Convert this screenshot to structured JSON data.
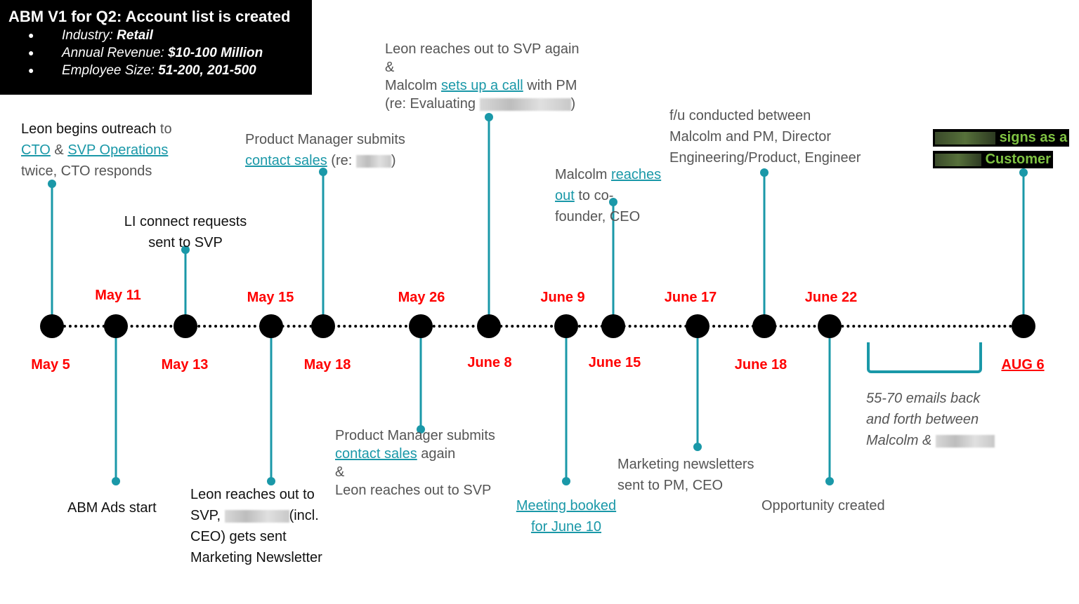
{
  "header": {
    "title": "ABM V1 for Q2: Account list is created",
    "criteria": [
      {
        "label": "Industry: ",
        "value": "Retail"
      },
      {
        "label": "Annual Revenue: ",
        "value": "$10-100 Million"
      },
      {
        "label": "Employee Size: ",
        "value": "51-200, 201-500"
      }
    ]
  },
  "colors": {
    "date": "#ff0000",
    "accent": "#1a98a8",
    "node": "#000000",
    "customer_text": "#7fc242"
  },
  "timeline": {
    "dates": {
      "may5": "May 5",
      "may11": "May 11",
      "may13": "May 13",
      "may15": "May 15",
      "may18": "May 18",
      "may26": "May 26",
      "june8": "June 8",
      "june9": "June 9",
      "june15": "June 15",
      "june17": "June 17",
      "june18": "June 18",
      "june22": "June 22",
      "aug6": "AUG 6"
    },
    "events": {
      "may5": {
        "a": "Leon begins outreach",
        "b": " to",
        "link1": "CTO",
        "amp": " & ",
        "link2": "SVP Operations",
        "c": "twice, CTO responds"
      },
      "may11": {
        "text": "ABM Ads start"
      },
      "may13": {
        "l1": "LI connect requests",
        "l2": "sent to SVP"
      },
      "may15": {
        "l1": "Leon reaches out to",
        "l2a": "SVP, ",
        "l2b": "(incl.",
        "l3": "CEO) gets sent",
        "l4": "Marketing Newsletter"
      },
      "may18": {
        "l1": "Product Manager submits",
        "link": "contact sales",
        "l2b": " (re: ",
        "l2c": ")"
      },
      "may26": {
        "l1": "Product Manager submits",
        "link": "contact sales",
        "l2b": " again",
        "l3": "&",
        "l4": "Leon reaches out to SVP"
      },
      "june8": {
        "l1": "Leon reaches out to SVP again",
        "l2": "&",
        "l3a": "Malcolm ",
        "link": "sets up a call",
        "l3b": " with PM",
        "l4a": "(re: Evaluating ",
        "l4b": ")"
      },
      "june9": {
        "l1": "Meeting booked",
        "l2": "for June 10"
      },
      "june15": {
        "l1a": "Malcolm ",
        "link1": "reaches",
        "link2": "out",
        "l2b": " to co-",
        "l3": "founder, CEO"
      },
      "june17": {
        "l1": "Marketing newsletters",
        "l2": "sent to PM, CEO"
      },
      "june18": {
        "l1": "f/u conducted between",
        "l2": "Malcolm and PM, Director",
        "l3": "Engineering/Product, Engineer"
      },
      "june22": {
        "text": "Opportunity created"
      },
      "emails": {
        "l1": "55-70 emails back",
        "l2": "and forth between",
        "l3": "Malcolm & "
      },
      "aug6": {
        "l1": "signs as a",
        "l2": "Customer"
      }
    }
  }
}
